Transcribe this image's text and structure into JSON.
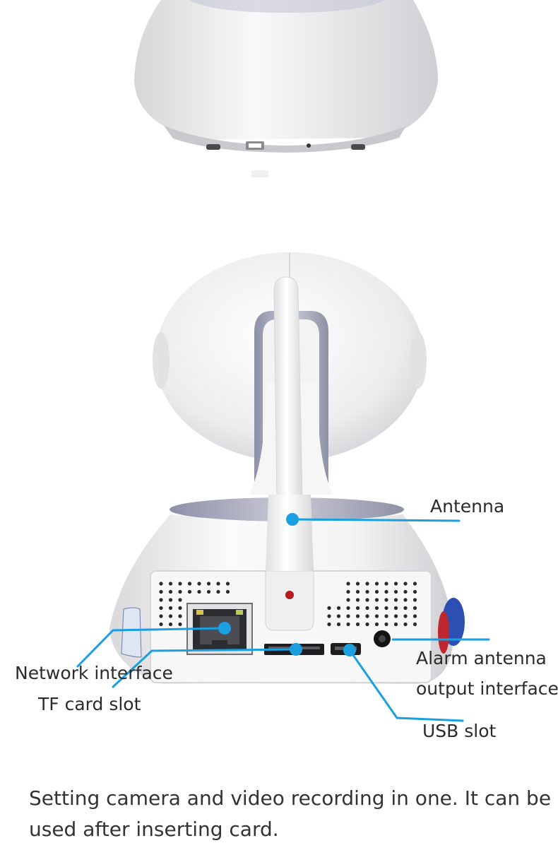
{
  "callouts": {
    "antenna": "Antenna",
    "network_interface": "Network interface",
    "tf_card_slot": "TF card slot",
    "alarm_line_1": "Alarm antenna",
    "alarm_line_2": "output interface",
    "usb_slot": "USB slot"
  },
  "caption": {
    "line_1": "Setting camera and video recording in one. It can be",
    "line_2": "used after inserting  card."
  },
  "colors": {
    "callout_line": "#1a9fe0",
    "callout_dot": "#1a9fe0",
    "label_text": "#2b2b2b",
    "body_white": "#f4f4f4",
    "accent_silver": "#a9abc0"
  },
  "icons": {
    "lan_port": "ethernet-port-icon",
    "sd_slot": "tf-card-slot-icon",
    "usb_port": "usb-port-icon",
    "alarm_jack": "alarm-jack-icon",
    "status_led": "status-led-icon",
    "antenna": "antenna-icon"
  }
}
